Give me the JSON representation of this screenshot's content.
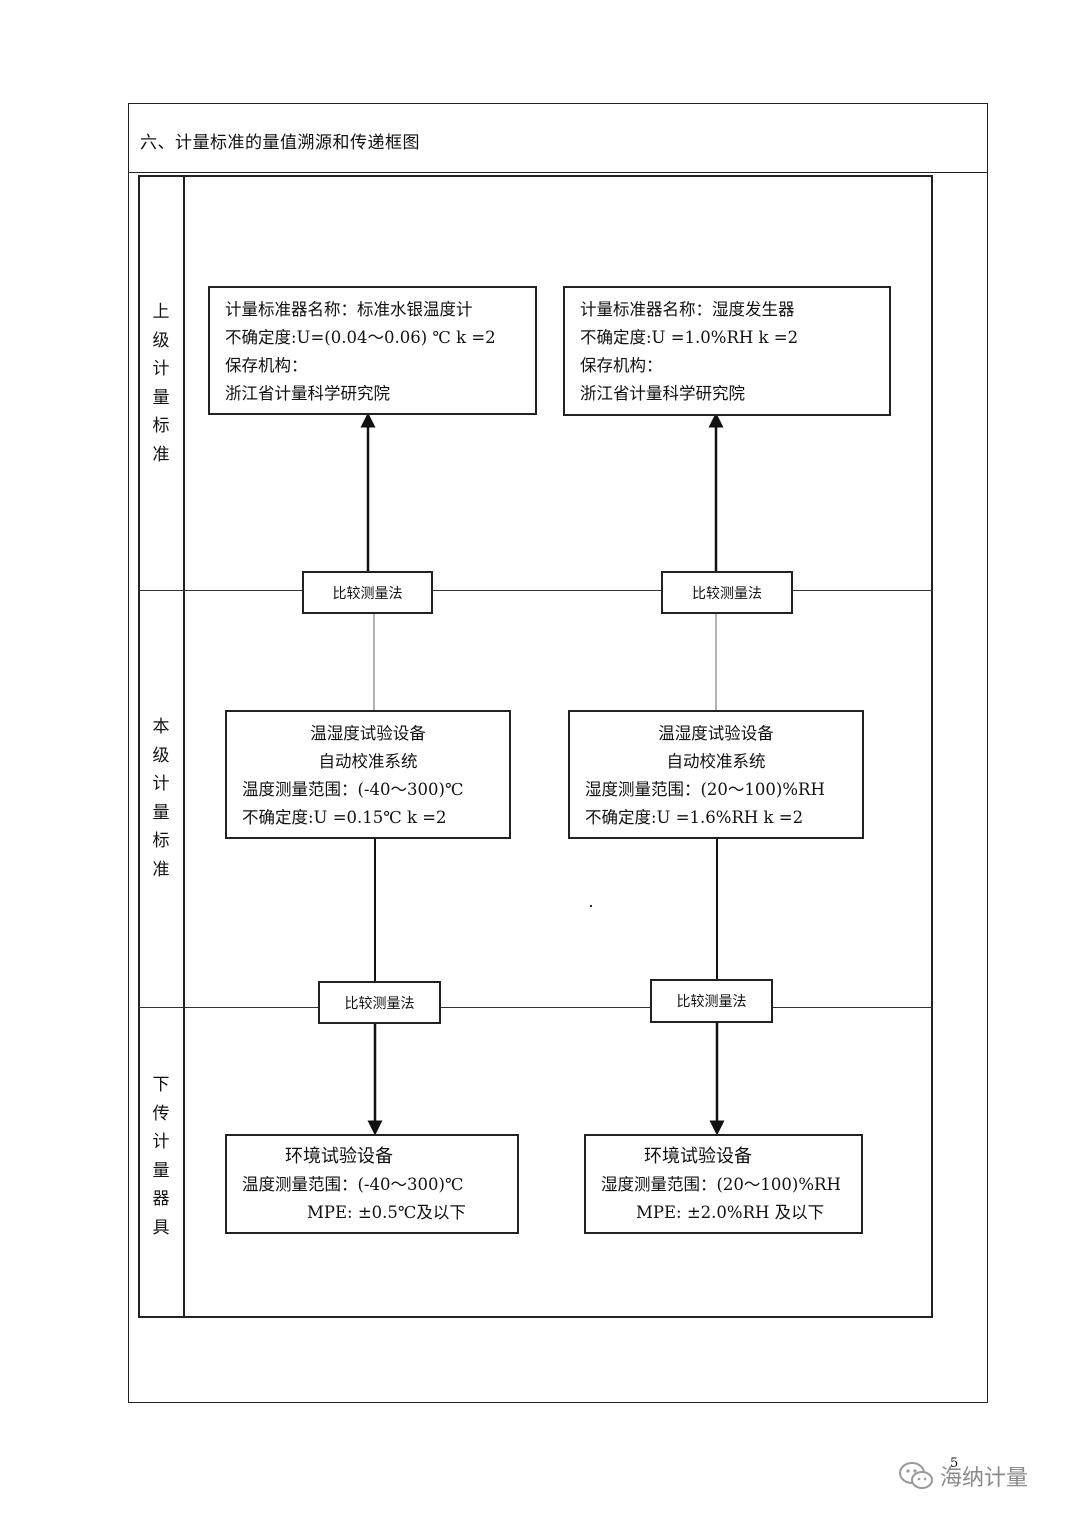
{
  "title": "六、计量标准的量值溯源和传递框图",
  "side_labels": {
    "upper": [
      "上",
      "级",
      "计",
      "量",
      "标",
      "准"
    ],
    "current": [
      "本",
      "级",
      "计",
      "量",
      "标",
      "准"
    ],
    "lower": [
      "下",
      "传",
      "计",
      "量",
      "器",
      "具"
    ]
  },
  "upper_left": {
    "line1": "计量标准器名称：标准水银温度计",
    "line2": "不确定度:U=(0.04～0.06) ℃  k =2",
    "line3": "保存机构：",
    "line4": "浙江省计量科学研究院"
  },
  "upper_right": {
    "line1": "计量标准器名称：湿度发生器",
    "line2": "不确定度:U =1.0%RH   k =2",
    "line3": "保存机构：",
    "line4": "浙江省计量科学研究院"
  },
  "methods": {
    "upper_left": "比较测量法",
    "upper_right": "比较测量法",
    "lower_left": "比较测量法",
    "lower_right": "比较测量法"
  },
  "mid_left": {
    "line1": "温湿度试验设备",
    "line2": "自动校准系统",
    "line3": "温度测量范围：(-40～300)℃",
    "line4": "不确定度:U =0.15℃   k =2"
  },
  "mid_right": {
    "line1": "温湿度试验设备",
    "line2": "自动校准系统",
    "line3": "湿度测量范围：(20～100)%RH",
    "line4": "不确定度:U =1.6%RH   k =2"
  },
  "low_left": {
    "line1": "环境试验设备",
    "line2": "温度测量范围：(-40～300)℃",
    "line3": "MPE:   ±0.5℃及以下"
  },
  "low_right": {
    "line1": "环境试验设备",
    "line2": "湿度测量范围：(20～100)%RH",
    "line3": "MPE:  ±2.0%RH 及以下"
  },
  "page_number": "5",
  "watermark": "海纳计量",
  "icons": {
    "watermark": "wechat-icon"
  }
}
